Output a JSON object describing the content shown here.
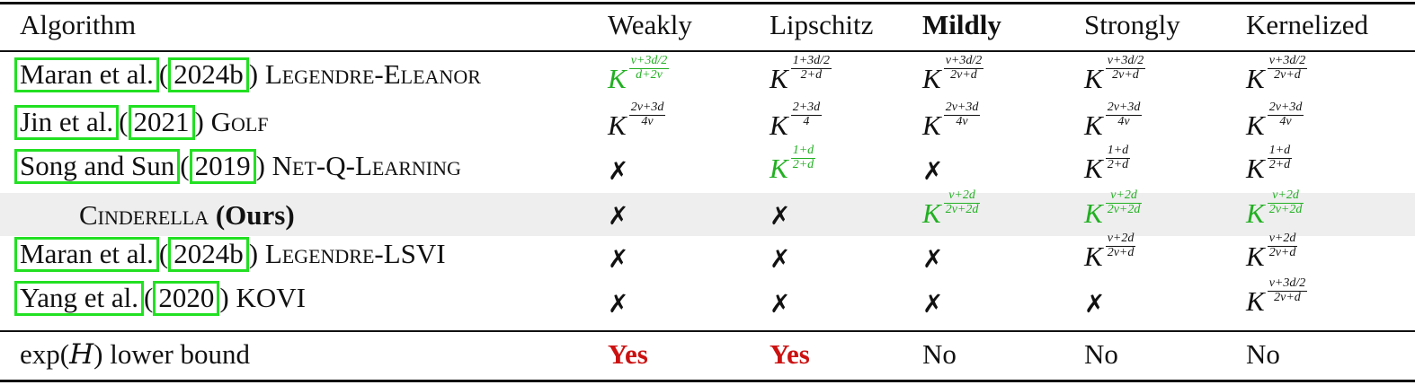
{
  "header": {
    "algorithm": "Algorithm",
    "weakly": "Weakly",
    "lipschitz": "Lipschitz",
    "mildly": "Mildly",
    "strongly": "Strongly",
    "kernelized": "Kernelized"
  },
  "rows": [
    {
      "author": "Maran et al.",
      "year": "2024b",
      "method": "Legendre-Eleanor",
      "weakly": {
        "num": "ν+3d/2",
        "den": "d+2ν"
      },
      "lipschitz": {
        "num": "1+3d/2",
        "den": "2+d"
      },
      "mildly": {
        "num": "ν+3d/2",
        "den": "2ν+d"
      },
      "strongly": {
        "num": "ν+3d/2",
        "den": "2ν+d"
      },
      "kernelized": {
        "num": "ν+3d/2",
        "den": "2ν+d"
      }
    },
    {
      "author": "Jin et al.",
      "year": "2021",
      "method": "Golf",
      "weakly": {
        "num": "2ν+3d",
        "den": "4ν"
      },
      "lipschitz": {
        "num": "2+3d",
        "den": "4"
      },
      "mildly": {
        "num": "2ν+3d",
        "den": "4ν"
      },
      "strongly": {
        "num": "2ν+3d",
        "den": "4ν"
      },
      "kernelized": {
        "num": "2ν+3d",
        "den": "4ν"
      }
    },
    {
      "author": "Song and Sun",
      "year": "2019",
      "method": "Net-Q-Learning",
      "weakly": "✗",
      "lipschitz": {
        "num": "1+d",
        "den": "2+d"
      },
      "mildly": "✗",
      "strongly": {
        "num": "1+d",
        "den": "2+d"
      },
      "kernelized": {
        "num": "1+d",
        "den": "2+d"
      }
    },
    {
      "method": "Cinderella",
      "ours": "(Ours)",
      "weakly": "✗",
      "lipschitz": "✗",
      "mildly": {
        "num": "ν+2d",
        "den": "2ν+2d"
      },
      "strongly": {
        "num": "ν+2d",
        "den": "2ν+2d"
      },
      "kernelized": {
        "num": "ν+2d",
        "den": "2ν+2d"
      }
    },
    {
      "author": "Maran et al.",
      "year": "2024b",
      "method": "Legendre-LSVI",
      "weakly": "✗",
      "lipschitz": "✗",
      "mildly": "✗",
      "strongly": {
        "num": "ν+2d",
        "den": "2ν+d"
      },
      "kernelized": {
        "num": "ν+2d",
        "den": "2ν+d"
      }
    },
    {
      "author": "Yang et al.",
      "year": "2020",
      "method": "KOVI",
      "weakly": "✗",
      "lipschitz": "✗",
      "mildly": "✗",
      "strongly": "✗",
      "kernelized": {
        "num": "ν+3d/2",
        "den": "2ν+d"
      }
    }
  ],
  "K": "K",
  "footer": {
    "func": "exp(",
    "var": "H",
    "close": ")",
    "label": " lower bound",
    "weakly": "Yes",
    "lipschitz": "Yes",
    "mildly": "No",
    "strongly": "No",
    "kernelized": "No"
  },
  "colors": {
    "green": "#22b022",
    "red": "#cc1111",
    "box": "#22e022",
    "band": "#eeeeee"
  }
}
